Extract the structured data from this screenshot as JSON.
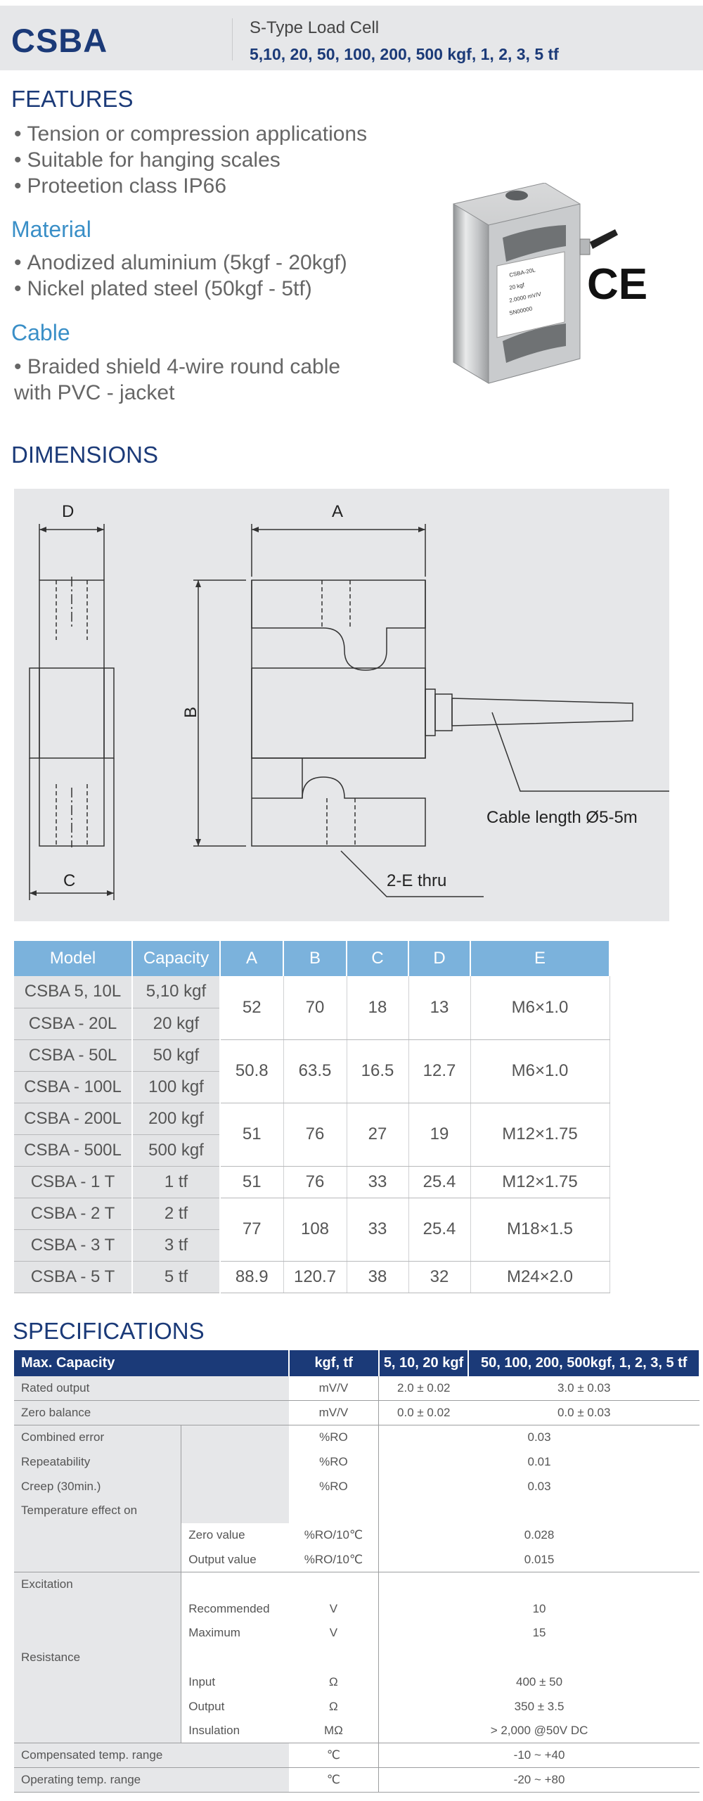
{
  "header": {
    "model": "CSBA",
    "subtitle": "S-Type Load Cell",
    "capacities": "5,10, 20, 50, 100, 200, 500 kgf, 1, 2, 3, 5 tf"
  },
  "features": {
    "title": "FEATURES",
    "items": [
      "Tension or compression applications",
      "Suitable for hanging scales",
      "Proteetion class IP66"
    ]
  },
  "material": {
    "title": "Material",
    "items": [
      "Anodized aluminium (5kgf - 20kgf)",
      "Nickel plated steel (50kgf - 5tf)"
    ]
  },
  "cable": {
    "title": "Cable",
    "text_line1": "• Braided shield 4-wire round cable",
    "text_line2": "with PVC - jacket"
  },
  "product_label": {
    "model": "CSBA-20L",
    "cap": "20 kgf",
    "ro": "2.0000 mV/V",
    "sn": "SN00000",
    "mark": "CE"
  },
  "dimensions": {
    "title": "DIMENSIONS",
    "labels": {
      "d": "D",
      "a": "A",
      "b": "B",
      "c": "C"
    },
    "cable_note": "Cable length Ø5-5m",
    "hole_note": "2-E thru"
  },
  "dim_table": {
    "headers": [
      "Model",
      "Capacity",
      "A",
      "B",
      "C",
      "D",
      "E"
    ],
    "groups": [
      {
        "rows": [
          [
            "CSBA 5, 10L",
            "5,10 kgf"
          ],
          [
            "CSBA - 20L",
            "20 kgf"
          ]
        ],
        "a": "52",
        "b": "70",
        "c": "18",
        "d": "13",
        "e": "M6×1.0"
      },
      {
        "rows": [
          [
            "CSBA - 50L",
            "50 kgf"
          ],
          [
            "CSBA - 100L",
            "100 kgf"
          ]
        ],
        "a": "50.8",
        "b": "63.5",
        "c": "16.5",
        "d": "12.7",
        "e": "M6×1.0"
      },
      {
        "rows": [
          [
            "CSBA - 200L",
            "200 kgf"
          ],
          [
            "CSBA - 500L",
            "500 kgf"
          ]
        ],
        "a": "51",
        "b": "76",
        "c": "27",
        "d": "19",
        "e": "M12×1.75"
      },
      {
        "rows": [
          [
            "CSBA - 1 T",
            "1 tf"
          ]
        ],
        "a": "51",
        "b": "76",
        "c": "33",
        "d": "25.4",
        "e": "M12×1.75"
      },
      {
        "rows": [
          [
            "CSBA - 2 T",
            "2 tf"
          ],
          [
            "CSBA - 3 T",
            "3 tf"
          ]
        ],
        "a": "77",
        "b": "108",
        "c": "33",
        "d": "25.4",
        "e": "M18×1.5"
      },
      {
        "rows": [
          [
            "CSBA - 5 T",
            "5 tf"
          ]
        ],
        "a": "88.9",
        "b": "120.7",
        "c": "38",
        "d": "32",
        "e": "M24×2.0"
      }
    ]
  },
  "specs": {
    "title": "SPECIFICATIONS",
    "headers": [
      "Max. Capacity",
      "kgf, tf",
      "5, 10, 20 kgf",
      "50, 100, 200, 500kgf, 1, 2, 3, 5 tf"
    ],
    "rated_output": {
      "label": "Rated output",
      "unit": "mV/V",
      "v1": "2.0 ± 0.02",
      "v2": "3.0 ± 0.03"
    },
    "zero_balance": {
      "label": "Zero balance",
      "unit": "mV/V",
      "v1": "0.0 ± 0.02",
      "v2": "0.0 ± 0.03"
    },
    "combined_error": {
      "label": "Combined error",
      "unit": "%RO",
      "v": "0.03"
    },
    "repeatability": {
      "label": "Repeatability",
      "unit": "%RO",
      "v": "0.01"
    },
    "creep": {
      "label": "Creep (30min.)",
      "unit": "%RO",
      "v": "0.03"
    },
    "temp_effect": {
      "label": "Temperature effect on"
    },
    "zero_value": {
      "label": "Zero value",
      "unit": "%RO/10℃",
      "v": "0.028"
    },
    "output_value": {
      "label": "Output  value",
      "unit": "%RO/10℃",
      "v": "0.015"
    },
    "excitation": {
      "label": "Excitation"
    },
    "recommended": {
      "label": "Recommended",
      "unit": "V",
      "v": "10"
    },
    "maximum": {
      "label": "Maximum",
      "unit": "V",
      "v": "15"
    },
    "resistance": {
      "label": "Resistance"
    },
    "input": {
      "label": "Input",
      "unit": "Ω",
      "v": "400 ± 50"
    },
    "output": {
      "label": "Output",
      "unit": "Ω",
      "v": "350 ± 3.5"
    },
    "insulation": {
      "label": "Insulation",
      "unit": "MΩ",
      "v": "> 2,000 @50V DC"
    },
    "comp_temp": {
      "label": "Compensated temp. range",
      "unit": "℃",
      "v": "-10 ~ +40"
    },
    "op_temp": {
      "label": "Operating temp. range",
      "unit": "℃",
      "v": "-20 ~ +80"
    }
  }
}
